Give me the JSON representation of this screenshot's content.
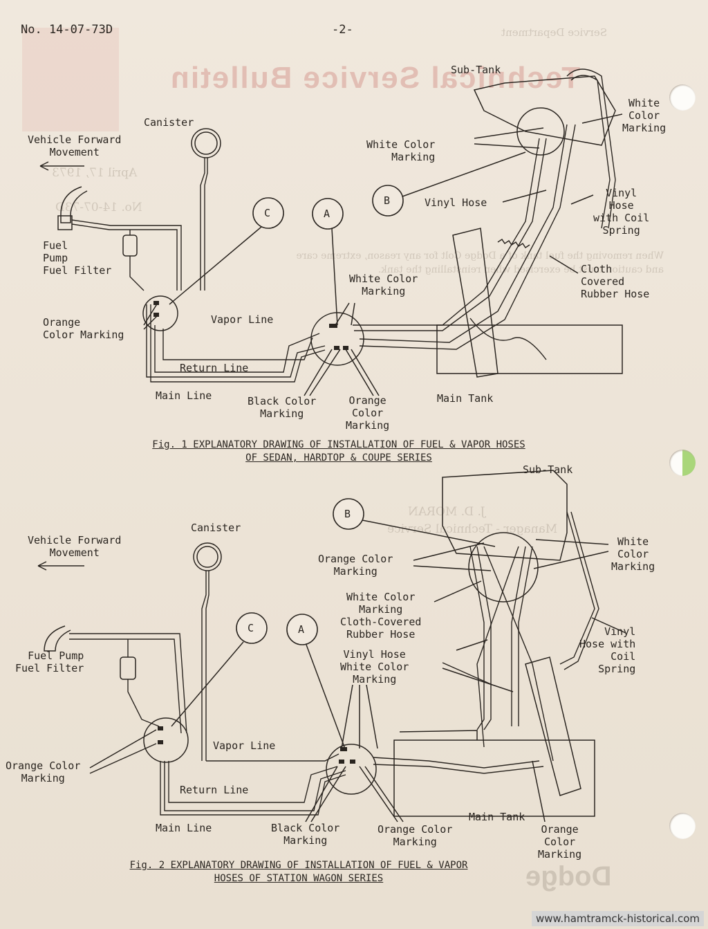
{
  "header": {
    "number": "No. 14-07-73D",
    "page": "-2-"
  },
  "ghost": {
    "dept": "Service Department",
    "title": "Technical Service Bulletin",
    "date": "April 17, 1973",
    "no": "No. 14-07-73D",
    "memo": "When removing the fuel tank of a Dodge Colt for any reason, extreme care and caution must be exercised when reinstalling the tank.",
    "sig1": "J. D. MORAN",
    "sig2": "Manager - Technical Service",
    "brand": "Dodge"
  },
  "fig1": {
    "caption_line1": "Fig. 1  EXPLANATORY DRAWING OF INSTALLATION OF FUEL & VAPOR HOSES",
    "caption_line2": "OF SEDAN, HARDTOP & COUPE SERIES",
    "labels": {
      "sub_tank": "Sub-Tank",
      "white_color_marking_right": "White\nColor\nMarking",
      "canister": "Canister",
      "vehicle_forward": "Vehicle Forward\nMovement",
      "white_color_marking_mid": "White Color\nMarking",
      "vinyl_hose": "Vinyl Hose",
      "vinyl_hose_coil": "Vinyl\nHose\nwith Coil\nSpring",
      "fuel_pump": "Fuel\nPump\nFuel Filter",
      "cloth_covered": "Cloth\nCovered\nRubber Hose",
      "white_color_marking_a": "White Color\nMarking",
      "orange_color_marking_left": "Orange\nColor Marking",
      "vapor_line": "Vapor Line",
      "return_line": "Return Line",
      "main_line": "Main Line",
      "black_color_marking": "Black Color\nMarking",
      "orange_color_marking_bottom": "Orange\nColor\nMarking",
      "main_tank": "Main Tank"
    },
    "callouts": [
      "A",
      "B",
      "C"
    ]
  },
  "fig2": {
    "caption_line1": "Fig. 2  EXPLANATORY DRAWING OF INSTALLATION OF FUEL & VAPOR",
    "caption_line2": "HOSES OF STATION WAGON SERIES",
    "labels": {
      "sub_tank": "Sub-Tank",
      "canister": "Canister",
      "vehicle_forward": "Vehicle Forward\nMovement",
      "orange_color_marking_top": "Orange Color\nMarking",
      "white_color_marking_right": "White\nColor\nMarking",
      "white_cloth": "White Color\nMarking\nCloth-Covered\nRubber Hose",
      "vinyl_hose_coil": "Vinyl\nHose with\nCoil\nSpring",
      "fuel_pump": "Fuel Pump\nFuel Filter",
      "vinyl_white": "Vinyl Hose\nWhite Color\nMarking",
      "orange_color_marking_left": "Orange Color\nMarking",
      "vapor_line": "Vapor Line",
      "return_line": "Return Line",
      "main_tank": "Main Tank",
      "main_line": "Main Line",
      "black_color_marking": "Black Color\nMarking",
      "orange_color_marking_bottom": "Orange Color\nMarking",
      "orange_color_marking_tank": "Orange\nColor\nMarking"
    },
    "callouts": [
      "A",
      "B",
      "C"
    ]
  },
  "footer": {
    "site": "www.hamtramck-historical.com"
  }
}
